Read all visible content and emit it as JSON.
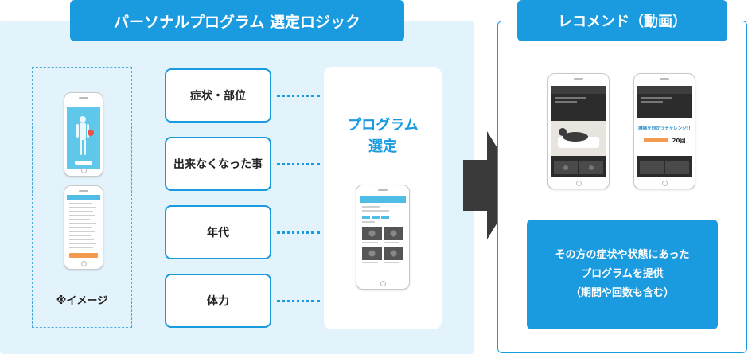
{
  "left_title": "パーソナルプログラム 選定ロジック",
  "right_title": "レコメンド（動画）",
  "image_caption": "※イメージ",
  "criteria": [
    "症状・部位",
    "出来なくなった事",
    "年代",
    "体力"
  ],
  "selection": {
    "line1": "プログラム",
    "line2": "選定"
  },
  "recommend_lines": [
    "その方の症状や状態にあった",
    "プログラムを提供",
    "（期間や回数も含む）"
  ],
  "phone_challenge": {
    "text": "腰痛を向かうチャレンジ!!",
    "count": "20回"
  },
  "colors": {
    "accent": "#1a9be0",
    "panel_bg": "#e3f3fb",
    "arrow": "#3a3a3a"
  }
}
